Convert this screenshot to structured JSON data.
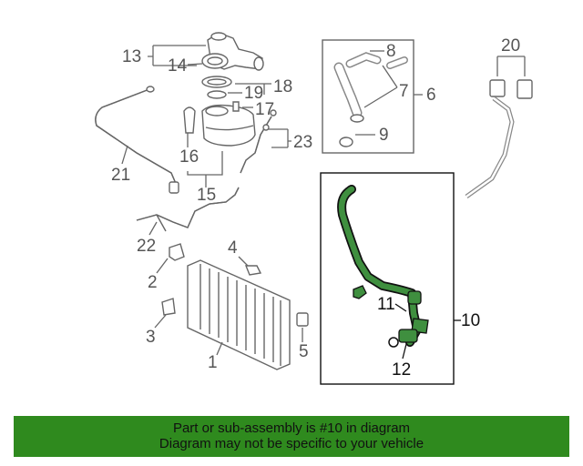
{
  "callouts": {
    "c1": "1",
    "c2": "2",
    "c3": "3",
    "c4": "4",
    "c5": "5",
    "c6": "6",
    "c7": "7",
    "c8": "8",
    "c9": "9",
    "c10": "10",
    "c11": "11",
    "c12": "12",
    "c13": "13",
    "c14": "14",
    "c15": "15",
    "c16": "16",
    "c17": "17",
    "c18": "18",
    "c19": "19",
    "c20": "20",
    "c21": "21",
    "c22": "22",
    "c23": "23"
  },
  "highlight_color": "#3f8f3f",
  "banner_color": "#2f8a1e",
  "banner": {
    "line1": "Part or sub-assembly is #10 in diagram",
    "line2": "Diagram may not be specific to your vehicle"
  }
}
